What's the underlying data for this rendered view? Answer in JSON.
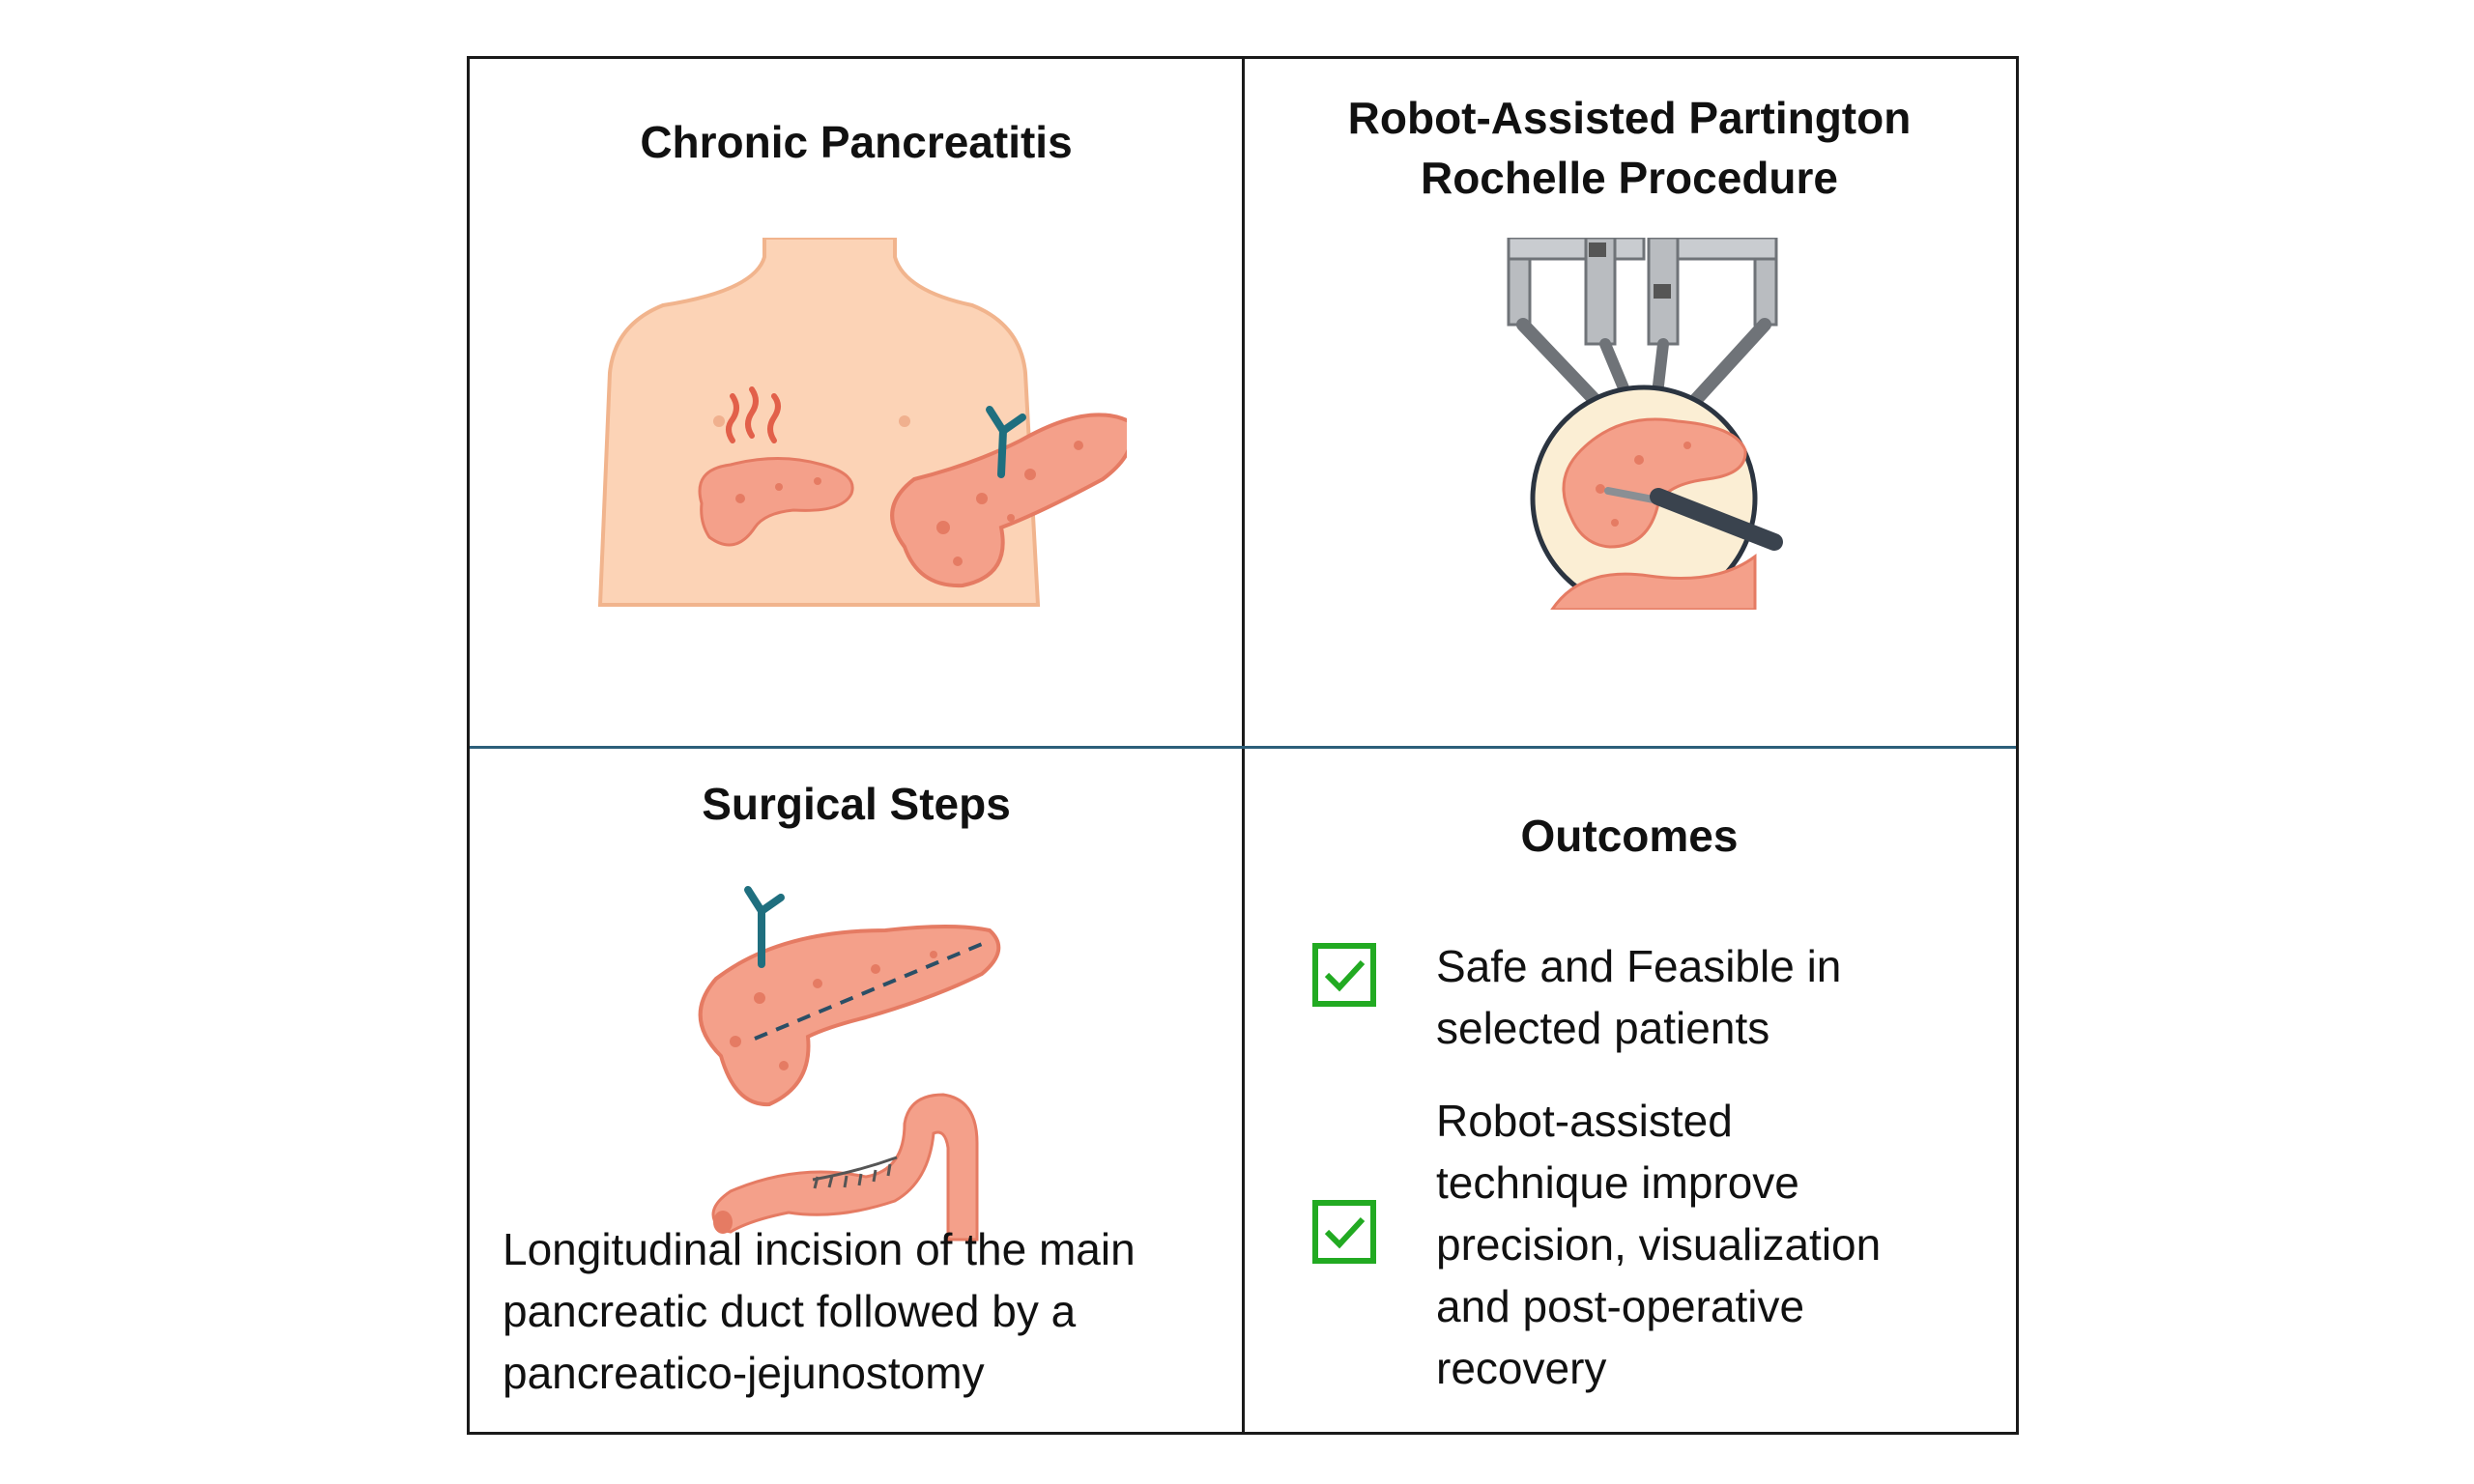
{
  "panels": {
    "chronic": {
      "title": "Chronic Pancreatitis"
    },
    "robot": {
      "title_line1": "Robot-Assisted Partington",
      "title_line2": "Rochelle Procedure"
    },
    "steps": {
      "title": "Surgical Steps",
      "desc_line1": "Longitudinal incision of the main",
      "desc_line2": "pancreatic duct followed by a",
      "desc_line3": "pancreatico-jejunostomy"
    },
    "outcomes": {
      "title": "Outcomes",
      "item1_line1": "Safe and Feasible in",
      "item1_line2": "selected patients",
      "item2_line1": "Robot-assisted",
      "item2_line2": "technique improve",
      "item2_line3": "precision, visualization",
      "item2_line4": "and post-operative",
      "item2_line5": "recovery"
    }
  },
  "colors": {
    "border": "#1a1a1a",
    "divider": "#2d5f7a",
    "skin": "#fcd3b6",
    "pancreas": "#f4a08a",
    "duct": "#1f6f7f",
    "check": "#22aa22"
  }
}
